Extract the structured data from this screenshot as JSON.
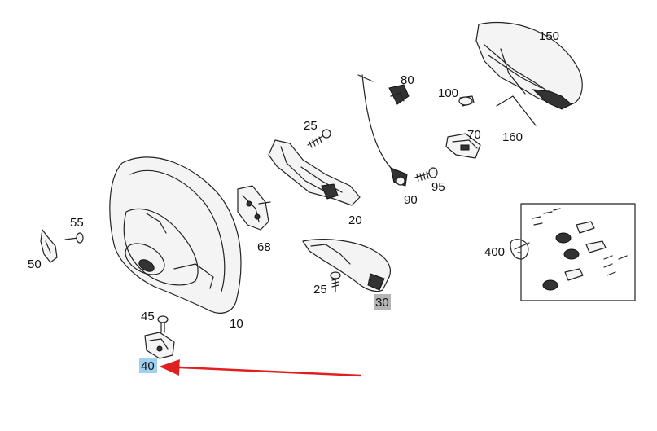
{
  "callouts": {
    "c150": "150",
    "c160": "160",
    "c100": "100",
    "c80": "80",
    "c70": "70",
    "c25a": "25",
    "c90": "90",
    "c95": "95",
    "c20": "20",
    "c55": "55",
    "c50": "50",
    "c68": "68",
    "c25b": "25",
    "c30": "30",
    "c400": "400",
    "c45": "45",
    "c10": "10",
    "c40": "40"
  },
  "highlights": {
    "c30": "#b5b5b5",
    "c40": "#9fd0ef"
  },
  "annotation": {
    "arrow_color": "#e02020"
  }
}
